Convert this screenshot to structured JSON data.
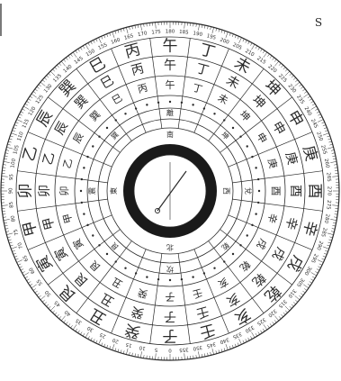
{
  "compass": {
    "north_label": "S",
    "degree_start": 0,
    "degree_step": 5,
    "degree_count": 72,
    "outer_ring_chars": [
      "午",
      "丁",
      "未",
      "坤",
      "申",
      "庚",
      "酉",
      "辛",
      "戌",
      "乾",
      "亥",
      "壬",
      "子",
      "癸",
      "丑",
      "艮",
      "寅",
      "甲",
      "卯",
      "乙",
      "辰",
      "巽",
      "巳",
      "丙"
    ],
    "middle_ring_chars": [
      "午",
      "丁",
      "未",
      "坤",
      "申",
      "庚",
      "酉",
      "辛",
      "戌",
      "乾",
      "亥",
      "壬",
      "子",
      "癸",
      "丑",
      "艮",
      "寅",
      "甲",
      "卯",
      "乙",
      "辰",
      "巽",
      "巳",
      "丙"
    ],
    "inner_ring_chars": [
      "午",
      "丁",
      "未",
      "坤",
      "申",
      "庚",
      "酉",
      "辛",
      "戌",
      "乾",
      "亥",
      "壬",
      "子",
      "癸",
      "丑",
      "艮",
      "寅",
      "甲",
      "卯",
      "乙",
      "辰",
      "巽",
      "巳",
      "丙"
    ],
    "trigram_chars": [
      "離",
      "坤",
      "兌",
      "乾",
      "坎",
      "艮",
      "震",
      "巽"
    ],
    "center_marks": [
      "南",
      "西",
      "北",
      "東"
    ],
    "colors": {
      "ink": "#2a2a2a",
      "paper": "#ffffff",
      "dial_ring": "#1a1a1a"
    },
    "needle_icon": "compass-needle-icon"
  }
}
